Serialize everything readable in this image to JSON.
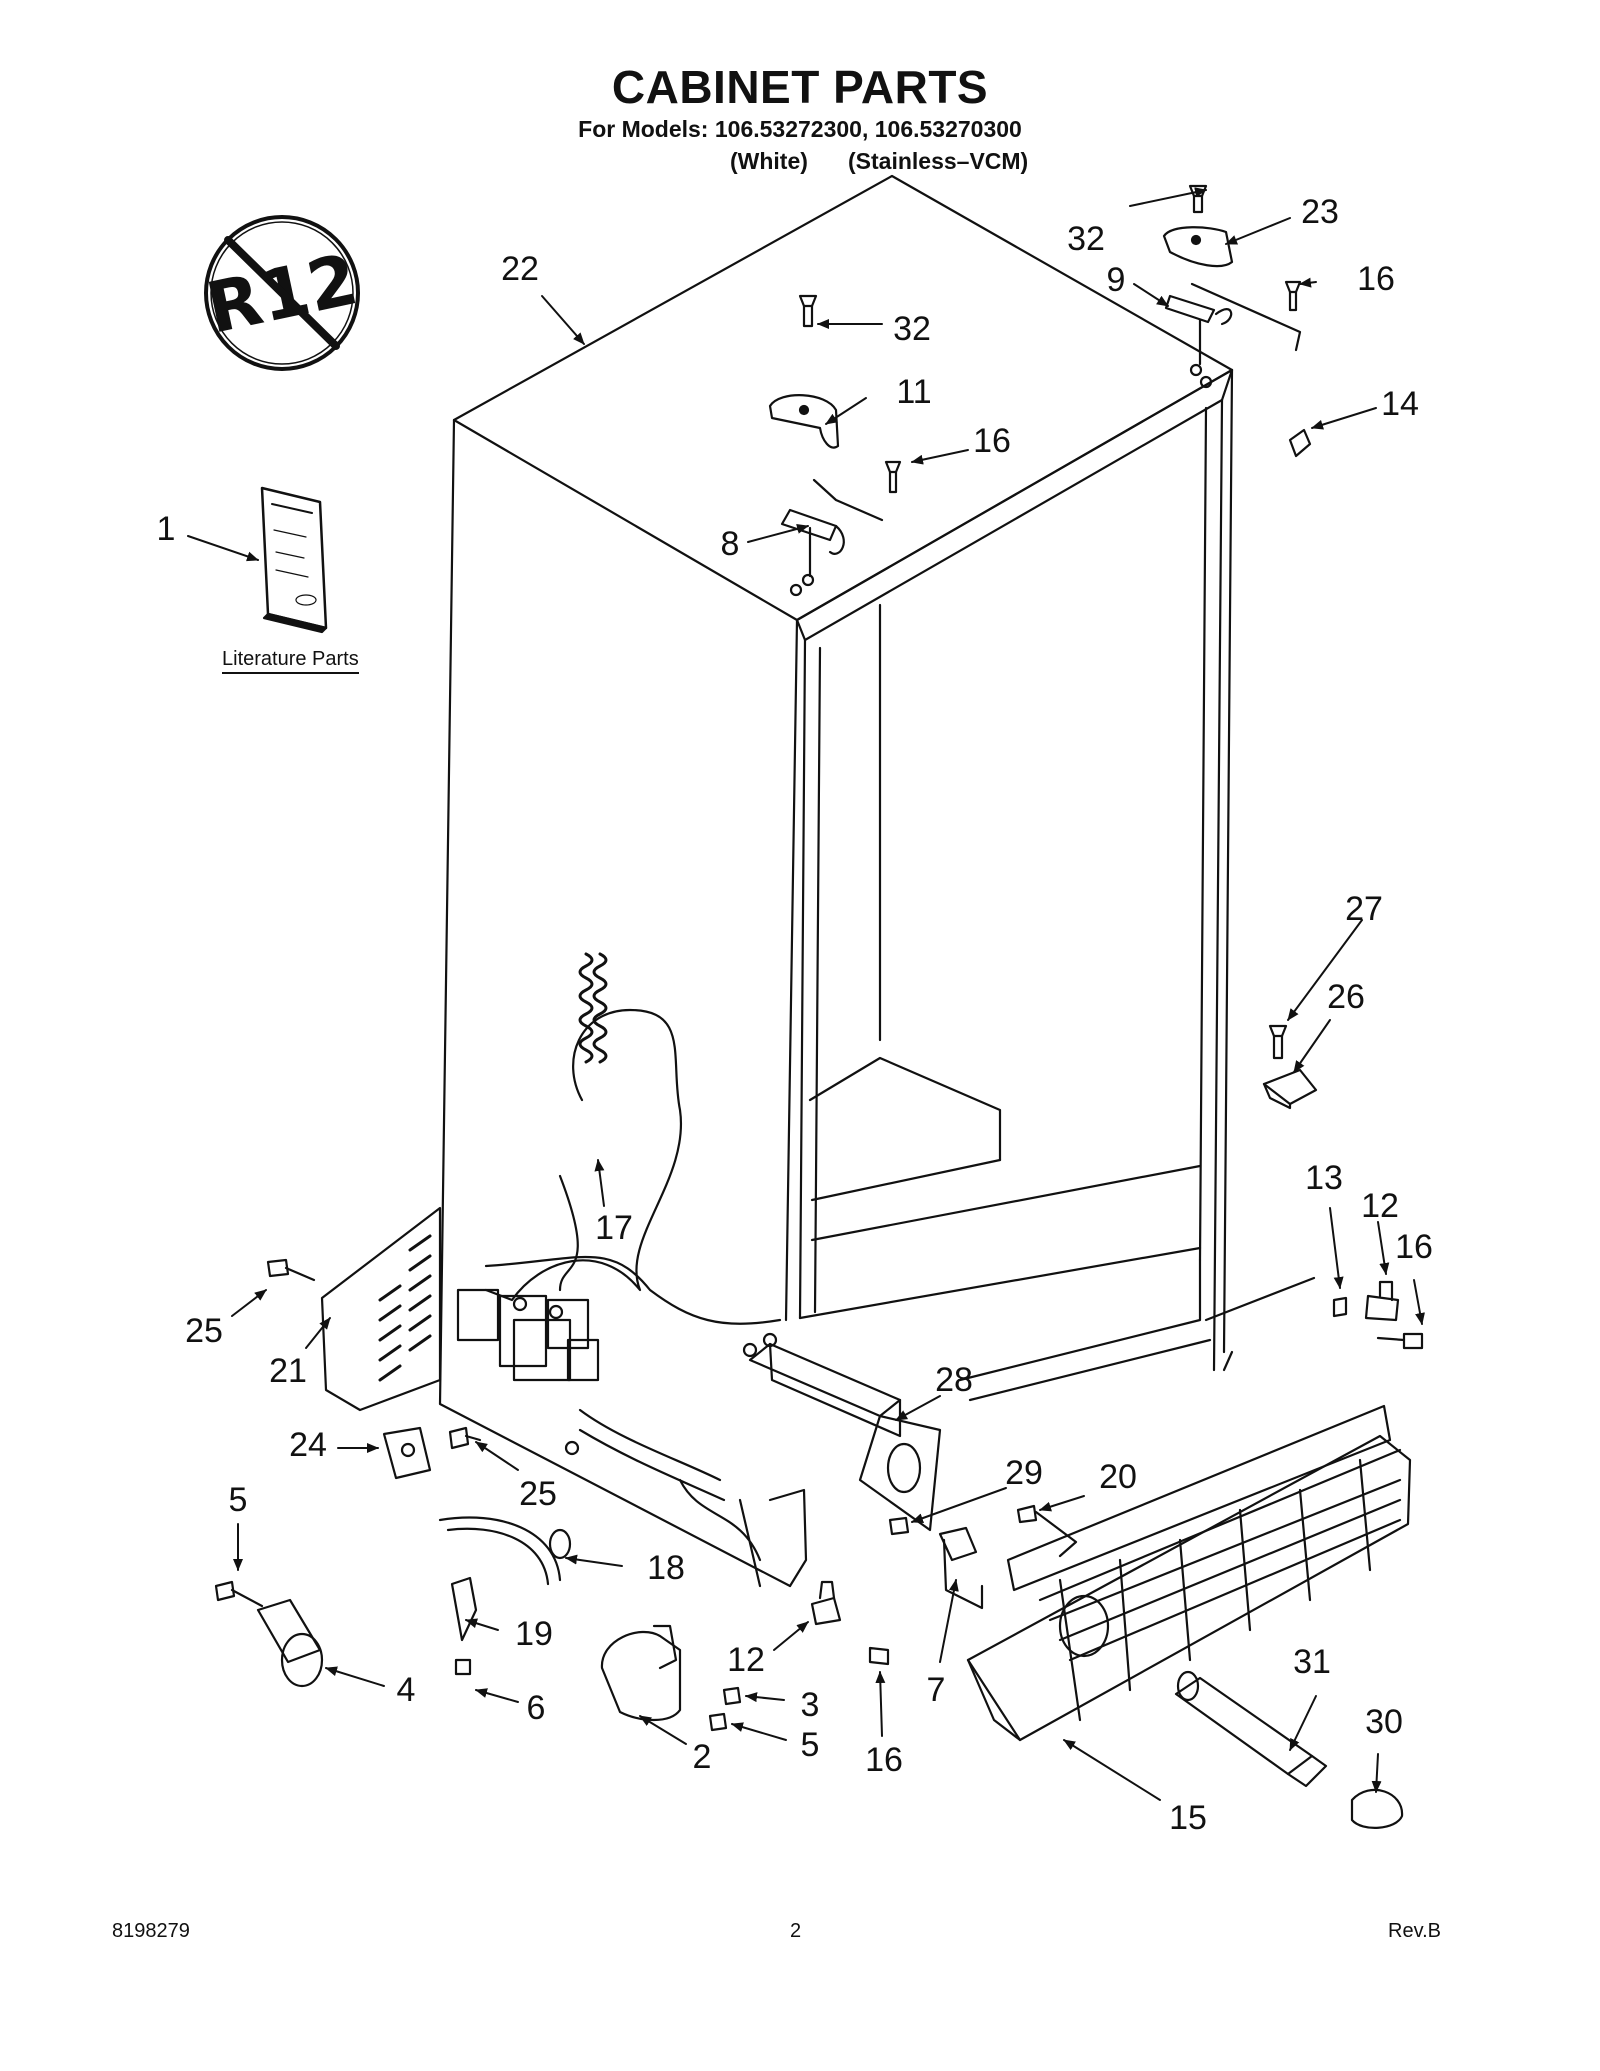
{
  "header": {
    "title": "CABINET PARTS",
    "models_line": "For Models: 106.53272300, 106.53270300",
    "variant_white": "(White)",
    "variant_stainless": "(Stainless–VCM)"
  },
  "badge": {
    "text": "R12",
    "icon": "no-r12-symbol-icon"
  },
  "literature": {
    "caption": "Literature Parts"
  },
  "callouts": [
    {
      "id": "c1",
      "label": "1"
    },
    {
      "id": "c2",
      "label": "2"
    },
    {
      "id": "c3",
      "label": "3"
    },
    {
      "id": "c4",
      "label": "4"
    },
    {
      "id": "c5a",
      "label": "5"
    },
    {
      "id": "c5b",
      "label": "5"
    },
    {
      "id": "c6",
      "label": "6"
    },
    {
      "id": "c7",
      "label": "7"
    },
    {
      "id": "c8",
      "label": "8"
    },
    {
      "id": "c9",
      "label": "9"
    },
    {
      "id": "c11",
      "label": "11"
    },
    {
      "id": "c12a",
      "label": "12"
    },
    {
      "id": "c12b",
      "label": "12"
    },
    {
      "id": "c13",
      "label": "13"
    },
    {
      "id": "c14",
      "label": "14"
    },
    {
      "id": "c15",
      "label": "15"
    },
    {
      "id": "c16a",
      "label": "16"
    },
    {
      "id": "c16b",
      "label": "16"
    },
    {
      "id": "c16c",
      "label": "16"
    },
    {
      "id": "c16d",
      "label": "16"
    },
    {
      "id": "c17",
      "label": "17"
    },
    {
      "id": "c18",
      "label": "18"
    },
    {
      "id": "c19",
      "label": "19"
    },
    {
      "id": "c20",
      "label": "20"
    },
    {
      "id": "c21",
      "label": "21"
    },
    {
      "id": "c22",
      "label": "22"
    },
    {
      "id": "c23",
      "label": "23"
    },
    {
      "id": "c24",
      "label": "24"
    },
    {
      "id": "c25a",
      "label": "25"
    },
    {
      "id": "c25b",
      "label": "25"
    },
    {
      "id": "c26",
      "label": "26"
    },
    {
      "id": "c27",
      "label": "27"
    },
    {
      "id": "c28",
      "label": "28"
    },
    {
      "id": "c29",
      "label": "29"
    },
    {
      "id": "c30",
      "label": "30"
    },
    {
      "id": "c31",
      "label": "31"
    },
    {
      "id": "c32a",
      "label": "32"
    },
    {
      "id": "c32b",
      "label": "32"
    }
  ],
  "footer": {
    "doc_number": "8198279",
    "page": "2",
    "revision": "Rev.B"
  }
}
